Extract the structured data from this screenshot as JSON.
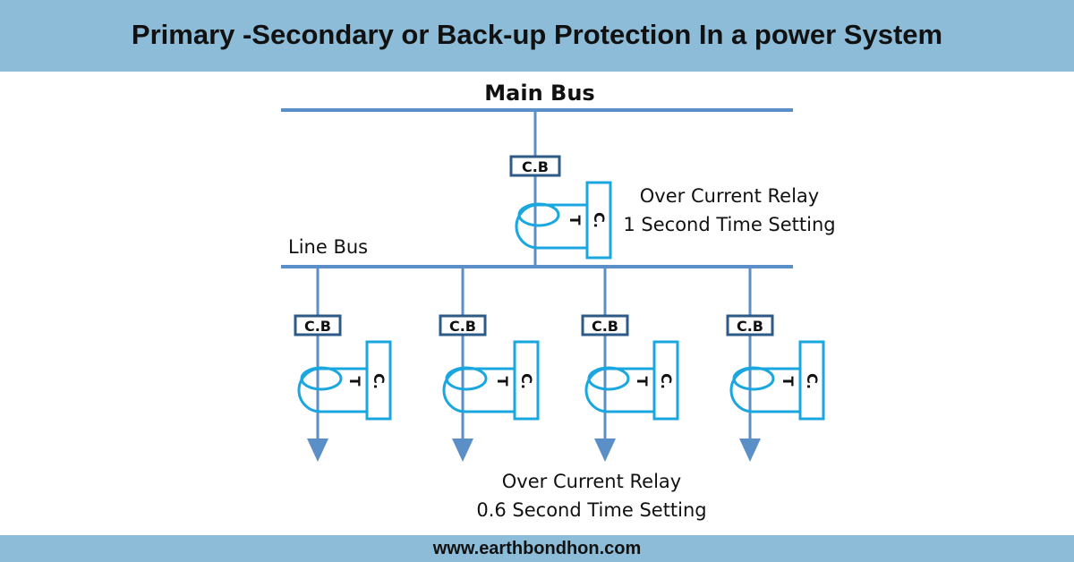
{
  "header": {
    "title": "Primary -Secondary or Back-up Protection  In a power System"
  },
  "diagram": {
    "main_bus_label": "Main Bus",
    "line_bus_label": "Line Bus",
    "cb_label": "C.B",
    "ct_label_c": "C.",
    "ct_label_t": "T",
    "upper_relay": {
      "line1": "Over Current Relay",
      "line2": "1 Second Time Setting"
    },
    "lower_relay": {
      "line1": "Over Current Relay",
      "line2": "0.6 Second Time Setting"
    }
  },
  "colors": {
    "bus": "#5b8fc7",
    "ct": "#1aa7e0",
    "cb_border": "#2e5a87",
    "band": "#8dbcd9"
  },
  "footer": {
    "url": "www.earthbondhon.com"
  }
}
